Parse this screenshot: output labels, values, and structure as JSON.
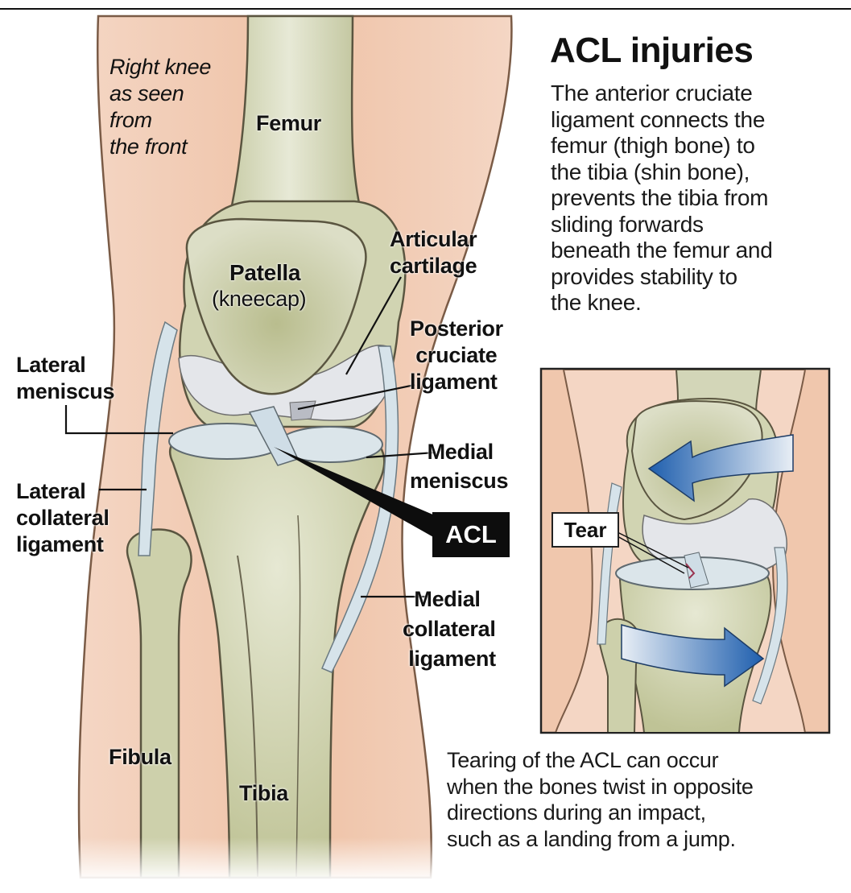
{
  "header": {
    "title": "ACL injuries",
    "description": "The anterior cruciate\nligament connects the\nfemur (thigh bone) to\nthe tibia (shin bone),\nprevents the tibia from\nsliding forwards\nbeneath the femur and\nprovides stability to\nthe knee."
  },
  "main_diagram": {
    "view_note": "Right knee\nas seen\nfrom\nthe front",
    "labels": {
      "femur": "Femur",
      "patella": "Patella",
      "patella_sub": "(kneecap)",
      "articular_cartilage": "Articular\ncartilage",
      "posterior_cruciate": "Posterior\n cruciate\nligament",
      "lateral_meniscus": "Lateral\nmeniscus",
      "medial_meniscus": "   Medial\nmeniscus",
      "lateral_collateral": "Lateral\ncollateral\nligament",
      "acl": "ACL",
      "medial_collateral": "  Medial\ncollateral\n ligament",
      "fibula": "Fibula",
      "tibia": "Tibia"
    }
  },
  "inset_diagram": {
    "tear_label": "Tear",
    "arrows": [
      "arrow-left",
      "arrow-right"
    ]
  },
  "caption": "Tearing of the ACL can occur\nwhen the bones twist in opposite\ndirections during an impact,\nsuch as a landing from a jump.",
  "colors": {
    "skin": "#f0c7ad",
    "bone": "#d3d6b8",
    "bone_shadow": "#a9ae82",
    "ligament": "#d6e3ea",
    "cartilage": "#e6e8ec",
    "arrow_blue": "#2f6fb8",
    "outline": "#5a5540"
  }
}
